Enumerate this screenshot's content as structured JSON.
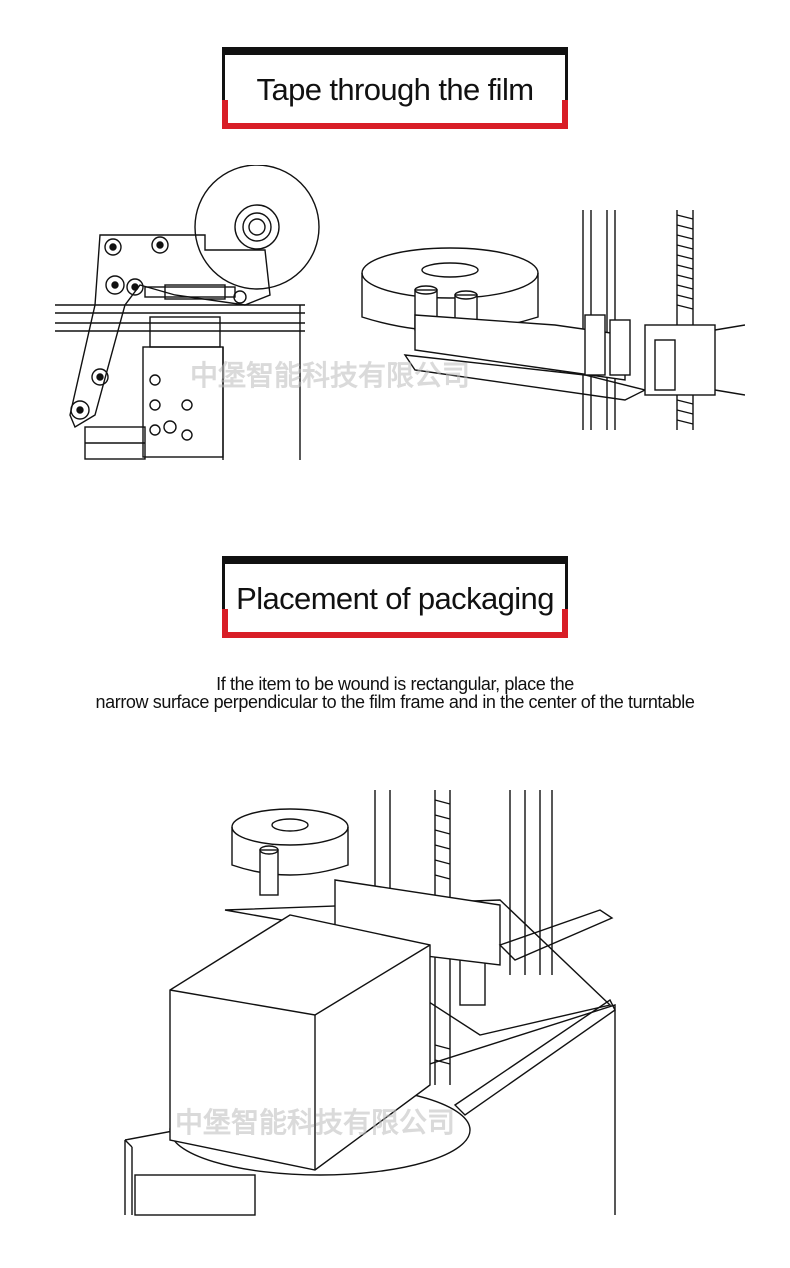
{
  "section1": {
    "title": "Tape through the film"
  },
  "section2": {
    "title": "Placement of packaging",
    "caption_line1": "If the item to be wound is rectangular, place the",
    "caption_line2": "narrow surface perpendicular to the film frame and in the center of the turntable"
  },
  "watermarks": {
    "top": "中堡智能科技有限公司",
    "bottom": "中堡智能科技有限公司"
  }
}
